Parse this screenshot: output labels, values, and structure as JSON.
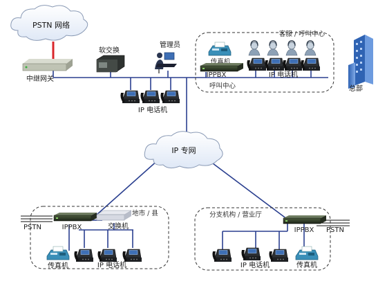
{
  "labels": {
    "pstn_cloud": "PSTN 网络",
    "ip_cloud": "IP 专网",
    "trunk_gateway": "中继网关",
    "softswitch": "软交换",
    "admin": "管理员",
    "hq_phones": "IP 电话机",
    "callcenter_fax": "传真机",
    "callcenter_ippbx": "IPPBX",
    "callcenter_phones": "IP 电话机",
    "callcenter_agents": "客服 / 呼叫中心",
    "callcenter_zone": "呼叫中心",
    "headquarters": "总部",
    "left_zone": "地市 / 县",
    "left_pstn": "PSTN",
    "left_ippbx": "IPPBX",
    "left_switch": "交换机",
    "left_fax": "传真机",
    "left_phones": "IP 电话机",
    "right_zone": "分支机构 / 营业厅",
    "right_pstn": "PSTN",
    "right_ippbx": "IPPBX",
    "right_phones": "IP 电话机",
    "right_fax": "传真机"
  },
  "colors": {
    "link": "#2a3f8f",
    "pstn_link": "#d9262b",
    "cloud_fill": "#eef3fb",
    "device_dark": "#2b2f2b",
    "building": "#4d7fc9"
  }
}
